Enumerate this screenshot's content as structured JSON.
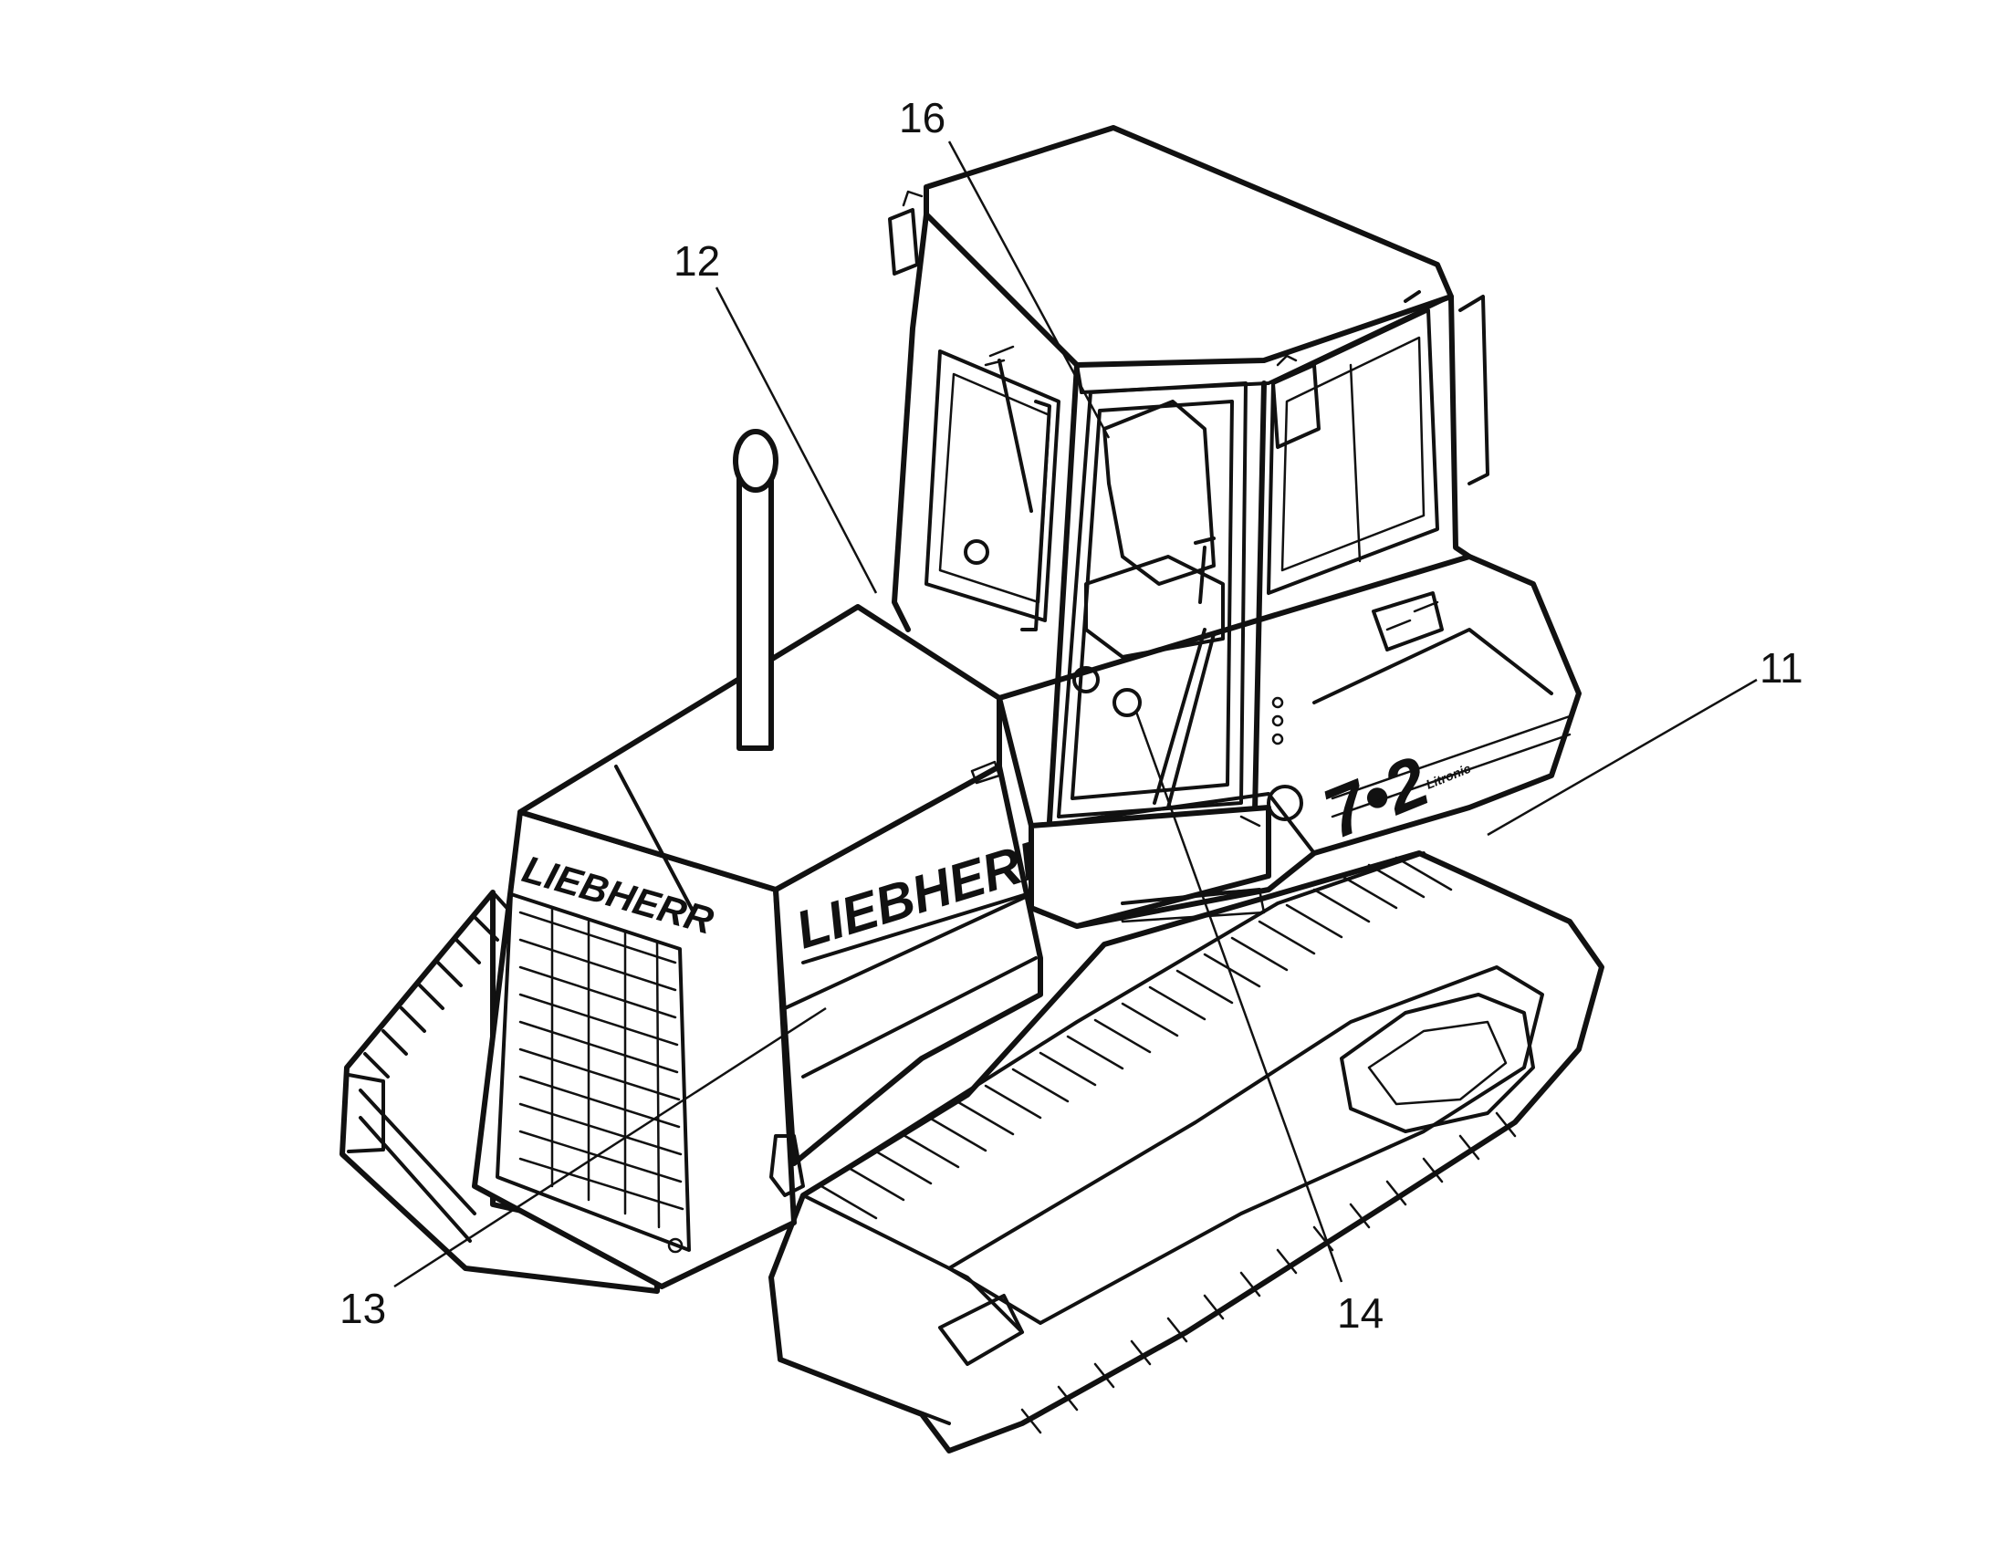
{
  "figure": {
    "brand_text": "LIEBHERR",
    "model_text": "7•2",
    "model_sub": "Litronic"
  },
  "callouts": [
    {
      "id": "11",
      "text": "11"
    },
    {
      "id": "12",
      "text": "12"
    },
    {
      "id": "13",
      "text": "13"
    },
    {
      "id": "14",
      "text": "14"
    },
    {
      "id": "16",
      "text": "16"
    }
  ],
  "colors": {
    "ink": "#111111",
    "paper": "#ffffff"
  }
}
